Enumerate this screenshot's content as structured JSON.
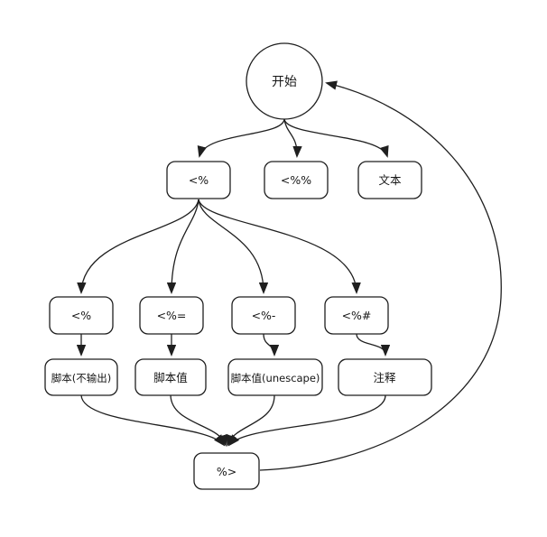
{
  "diagram": {
    "kind": "flowchart",
    "colors": {
      "line": "#1f1f1f",
      "background": "#ffffff",
      "node_fill": "#ffffff"
    },
    "nodes": {
      "start": {
        "label": "开始",
        "shape": "circle"
      },
      "tag_open": {
        "label": "<%",
        "shape": "rounded-rect"
      },
      "tag_literal": {
        "label": "<%%",
        "shape": "rounded-rect"
      },
      "text": {
        "label": "文本",
        "shape": "rounded-rect"
      },
      "mode_script": {
        "label": "<%",
        "shape": "rounded-rect"
      },
      "mode_value": {
        "label": "<%=",
        "shape": "rounded-rect"
      },
      "mode_unescape": {
        "label": "<%-",
        "shape": "rounded-rect"
      },
      "mode_comment": {
        "label": "<%#",
        "shape": "rounded-rect"
      },
      "out_script": {
        "label": "脚本(不输出)",
        "shape": "rounded-rect"
      },
      "out_value": {
        "label": "脚本值",
        "shape": "rounded-rect"
      },
      "out_unescape": {
        "label": "脚本值(unescape)",
        "shape": "rounded-rect"
      },
      "out_comment": {
        "label": "注释",
        "shape": "rounded-rect"
      },
      "tag_close": {
        "label": "%>",
        "shape": "rounded-rect"
      }
    },
    "edges": [
      {
        "from": "start",
        "to": "tag_open"
      },
      {
        "from": "start",
        "to": "tag_literal"
      },
      {
        "from": "start",
        "to": "text"
      },
      {
        "from": "tag_open",
        "to": "mode_script"
      },
      {
        "from": "tag_open",
        "to": "mode_value"
      },
      {
        "from": "tag_open",
        "to": "mode_unescape"
      },
      {
        "from": "tag_open",
        "to": "mode_comment"
      },
      {
        "from": "mode_script",
        "to": "out_script"
      },
      {
        "from": "mode_value",
        "to": "out_value"
      },
      {
        "from": "mode_unescape",
        "to": "out_unescape"
      },
      {
        "from": "mode_comment",
        "to": "out_comment"
      },
      {
        "from": "out_script",
        "to": "tag_close"
      },
      {
        "from": "out_value",
        "to": "tag_close"
      },
      {
        "from": "out_unescape",
        "to": "tag_close"
      },
      {
        "from": "out_comment",
        "to": "tag_close"
      },
      {
        "from": "tag_close",
        "to": "start"
      }
    ]
  }
}
